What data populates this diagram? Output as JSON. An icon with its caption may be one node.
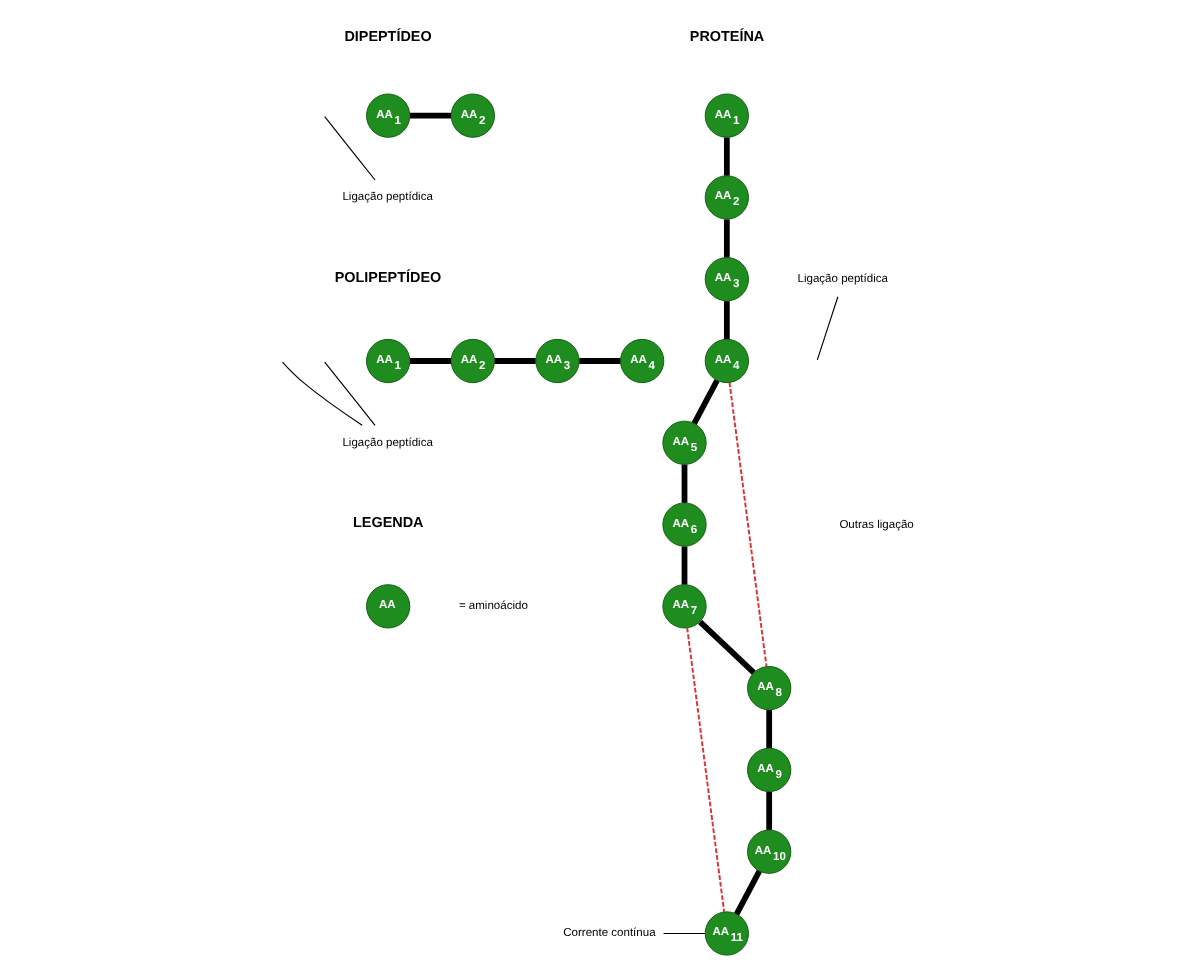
{
  "diagram": {
    "nodes": [
      {
        "text": [
          "AA$_{1}$"
        ]
      },
      {
        "text": [
          "AA$_{2}$"
        ]
      },
      {
        "text": [
          "Ligação peptídica"
        ]
      },
      {
        "text": [
          "AA$_{1}$"
        ]
      },
      {
        "text": [
          "AA$_{2}$"
        ]
      },
      {
        "text": [
          "AA$_{3}$"
        ]
      },
      {
        "text": [
          "AA$_{4}$"
        ]
      },
      {
        "text": [
          "Ligação peptídica"
        ]
      },
      {
        "text": [
          "AA$_{1}$"
        ]
      },
      {
        "text": [
          "AA$_{2}$"
        ]
      },
      {
        "text": [
          "AA$_{3}$"
        ]
      },
      {
        "text": [
          "AA$_{4}$"
        ]
      },
      {
        "text": [
          "AA$_{5}$"
        ]
      },
      {
        "text": [
          "AA$_{6}$"
        ]
      },
      {
        "text": [
          "AA$_{7}$"
        ]
      },
      {
        "text": [
          "AA$_{8}$"
        ]
      },
      {
        "text": [
          "AA$_{9}$"
        ]
      },
      {
        "text": [
          "AA$_{10}$"
        ]
      },
      {
        "text": [
          "AA$_{11}$"
        ]
      },
      {
        "text": [
          "Ligação peptídica"
        ]
      },
      {
        "text": [
          "Corrente contínua"
        ]
      },
      {
        "text": [
          "AA"
        ]
      }
    ],
    "edges": [
      {
        "from": 0,
        "to": 1,
        "arrow": "none"
      },
      {
        "from": 2,
        "to": null,
        "arrow": "none"
      },
      {
        "from": 3,
        "to": 4,
        "arrow": "none"
      },
      {
        "from": 4,
        "to": 5,
        "arrow": "none"
      },
      {
        "from": 5,
        "to": 6,
        "arrow": "none"
      },
      {
        "from": 7,
        "to": null,
        "arrow": "none"
      },
      {
        "from": 7,
        "to": null,
        "arrow": "none"
      },
      {
        "from": 8,
        "to": 9,
        "arrow": "none"
      },
      {
        "from": 9,
        "to": 10,
        "arrow": "none"
      },
      {
        "from": 10,
        "to": 11,
        "arrow": "none"
      },
      {
        "from": 11,
        "to": 12,
        "arrow": "none"
      },
      {
        "from": 12,
        "to": 13,
        "arrow": "none"
      },
      {
        "from": 13,
        "to": 14,
        "arrow": "none"
      },
      {
        "from": 14,
        "to": 15,
        "arrow": "none"
      },
      {
        "from": 15,
        "to": 16,
        "arrow": "none"
      },
      {
        "from": 16,
        "to": 17,
        "arrow": "none"
      },
      {
        "from": 17,
        "to": 18,
        "arrow": "none"
      },
      {
        "from": 11,
        "to": 15,
        "arrow": "none",
        "style": "dashed",
        "color": "#e03030"
      },
      {
        "from": 14,
        "to": 18,
        "arrow": "none",
        "style": "dashed",
        "color": "#e03030"
      },
      {
        "from": 19,
        "to": null,
        "arrow": "none"
      },
      {
        "from": 20,
        "to": 18,
        "arrow": "none"
      }
    ],
    "labels": [
      "DIPEPTÍDEO",
      "PROTEÍNA",
      "POLIPEPTÍDEO",
      "Outras ligação",
      "LEGENDA",
      "= aminoácido"
    ]
  }
}
